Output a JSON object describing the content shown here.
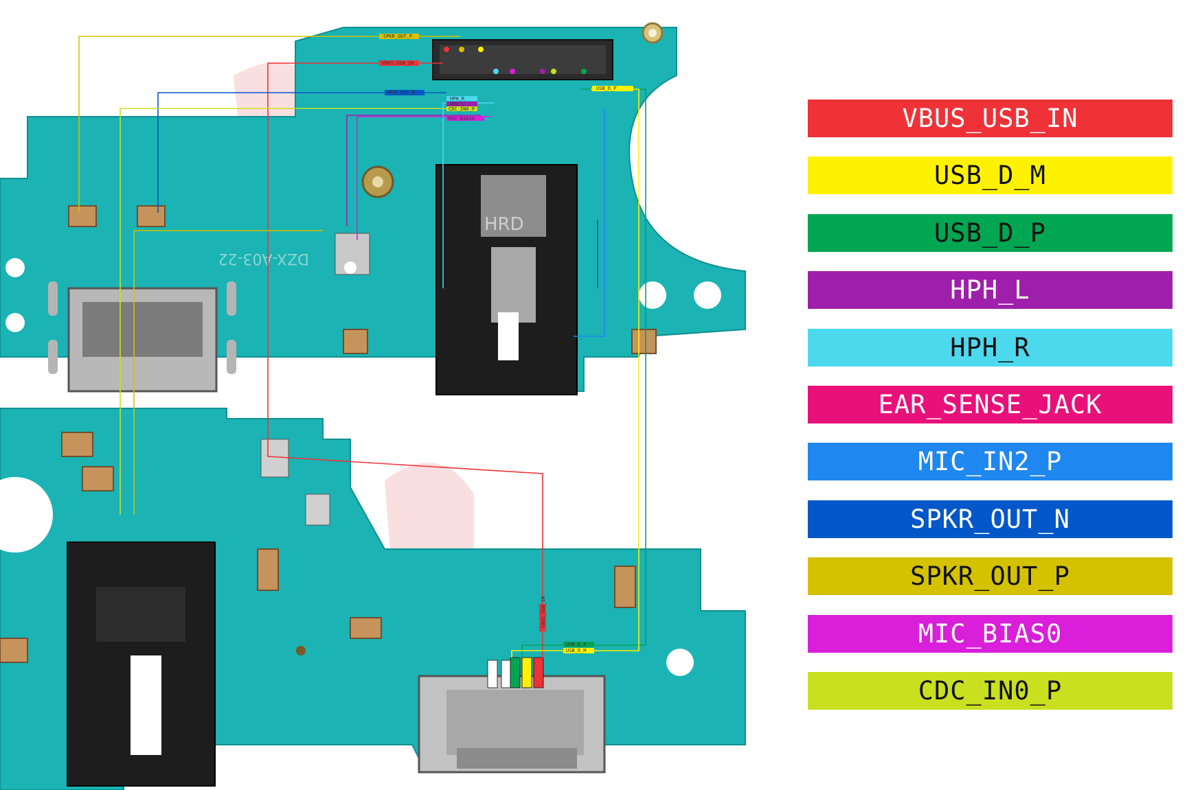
{
  "legend": {
    "items": [
      {
        "label": "VBUS_USB_IN",
        "color": "#ee3237"
      },
      {
        "label": "USB_D_M",
        "color": "#fff200"
      },
      {
        "label": "USB_D_P",
        "color": "#00a651"
      },
      {
        "label": "HPH_L",
        "color": "#9e1fab"
      },
      {
        "label": "HPH_R",
        "color": "#4cd9ee"
      },
      {
        "label": "EAR_SENSE_JACK",
        "color": "#e8117a"
      },
      {
        "label": "MIC_IN2_P",
        "color": "#1e87f0"
      },
      {
        "label": "SPKR_OUT_N",
        "color": "#0457c8"
      },
      {
        "label": "SPKR_OUT_P",
        "color": "#d4c200"
      },
      {
        "label": "MIC_BIAS0",
        "color": "#d91fd9"
      },
      {
        "label": "CDC_IN0_P",
        "color": "#c8e020"
      }
    ]
  },
  "board": {
    "top_silk": "DZX-A03-22",
    "jack_mark": "HRD",
    "pcb_color": "#1bb3b4",
    "connector_labels": [
      "SPKR_OUT_P",
      "VBUS_USB_IN",
      "SPKR_OUT_N",
      "HPH_R",
      "HPH_L",
      "CDC_IN0_P",
      "MIC_BIAS0",
      "USB_D_P"
    ],
    "bottom_labels": [
      "VBUS_USB_IN",
      "USB_D_P",
      "USB_D_M"
    ]
  }
}
